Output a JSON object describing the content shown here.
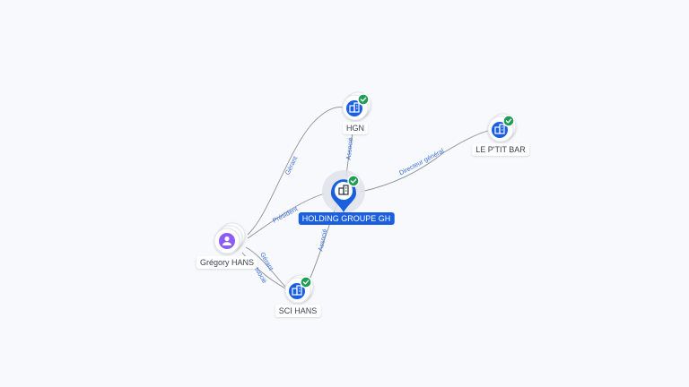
{
  "graph": {
    "colors": {
      "accent": "#1a5fe0",
      "person": "#8b5cf6",
      "verified": "#1f9d55",
      "edge": "#8a8f98",
      "edge_label": "#3b6fe0"
    },
    "nodes": [
      {
        "id": "gregory",
        "label": "Grégory HANS",
        "kind": "person",
        "icon": "person-icon"
      },
      {
        "id": "holding",
        "label": "HOLDING GROUPE GH",
        "kind": "company-main",
        "icon": "building-icon",
        "verified": true
      },
      {
        "id": "hgn",
        "label": "HGN",
        "kind": "company",
        "icon": "building-icon",
        "verified": true
      },
      {
        "id": "scihans",
        "label": "SCI HANS",
        "kind": "company",
        "icon": "building-icon",
        "verified": true
      },
      {
        "id": "ptitbar",
        "label": "LE P'TIT BAR",
        "kind": "company",
        "icon": "building-icon",
        "verified": true
      }
    ],
    "edges": [
      {
        "from": "gregory",
        "to": "hgn",
        "label": "Gérant"
      },
      {
        "from": "gregory",
        "to": "holding",
        "label": "Président"
      },
      {
        "from": "gregory",
        "to": "scihans",
        "label": "Gérant"
      },
      {
        "from": "gregory",
        "to": "scihans",
        "label": "Associé"
      },
      {
        "from": "holding",
        "to": "hgn",
        "label": "Associé"
      },
      {
        "from": "holding",
        "to": "scihans",
        "label": "Associé"
      },
      {
        "from": "holding",
        "to": "ptitbar",
        "label": "Directeur général"
      }
    ]
  }
}
